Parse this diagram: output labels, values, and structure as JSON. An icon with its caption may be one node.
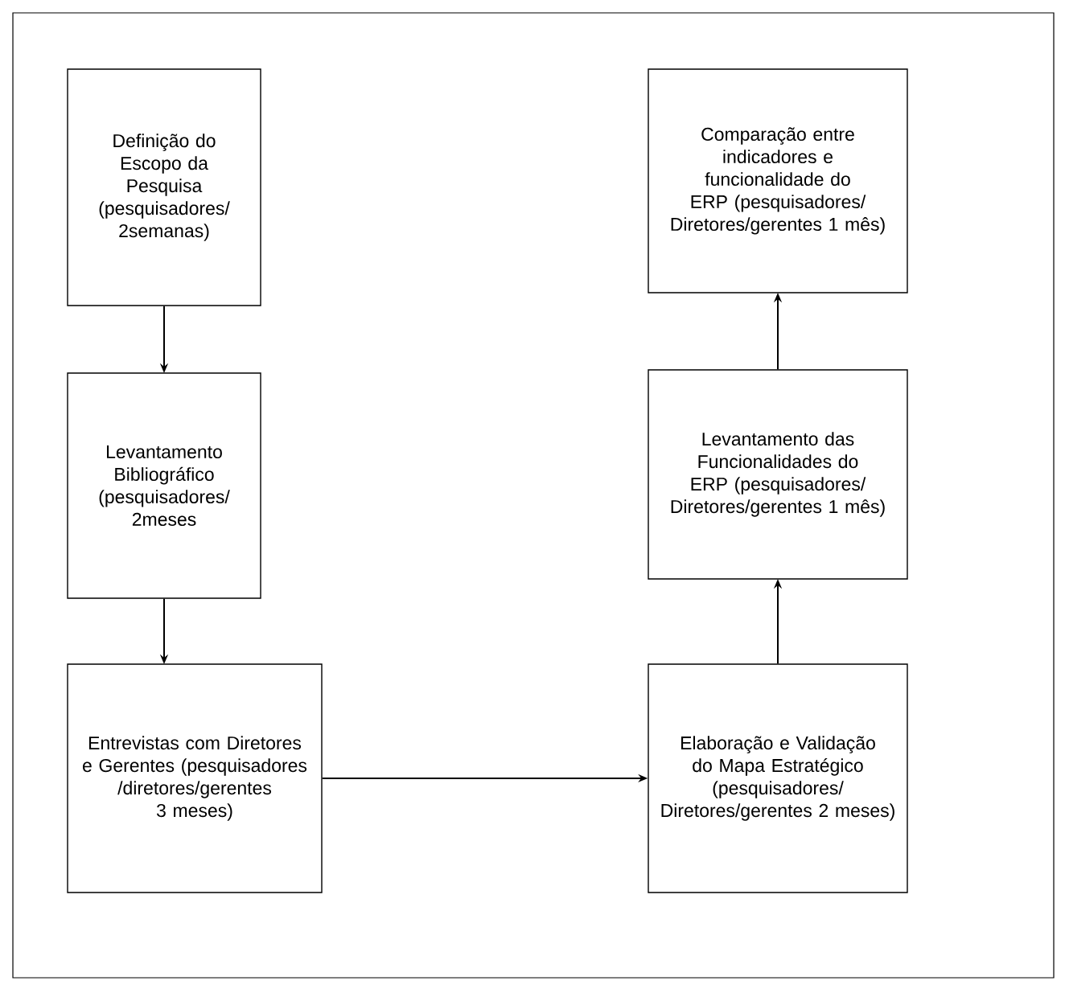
{
  "diagram": {
    "nodes": [
      {
        "text": [
          "Definição do Escopo da Pesquisa (pesquisadores/ 2semanas)"
        ]
      },
      {
        "text": [
          "Levantamento Bibliográfico (pesquisadores/ 2meses"
        ]
      },
      {
        "text": [
          "Entrevistas com Diretores e Gerentes (pesquisadores /diretores/gerentes 3 meses)"
        ]
      },
      {
        "text": [
          "Elaboração e Validação do Mapa Estratégico (pesquisadores/ Diretores/gerentes 2 meses)"
        ]
      },
      {
        "text": [
          "Levantamento das Funcionalidades do ERP (pesquisadores/ Diretores/gerentes 1 mês)"
        ]
      },
      {
        "text": [
          "Comparação entre indicadores e funcionalidade do ERP (pesquisadores/ Diretores/gerentes 1 mês)"
        ]
      }
    ],
    "edges": [
      {
        "from": 0,
        "to": 1,
        "arrow": "to"
      },
      {
        "from": 1,
        "to": 2,
        "arrow": "to"
      },
      {
        "from": 2,
        "to": 3,
        "arrow": "to"
      },
      {
        "from": 3,
        "to": 4,
        "arrow": "to"
      },
      {
        "from": 4,
        "to": 5,
        "arrow": "to"
      }
    ]
  }
}
